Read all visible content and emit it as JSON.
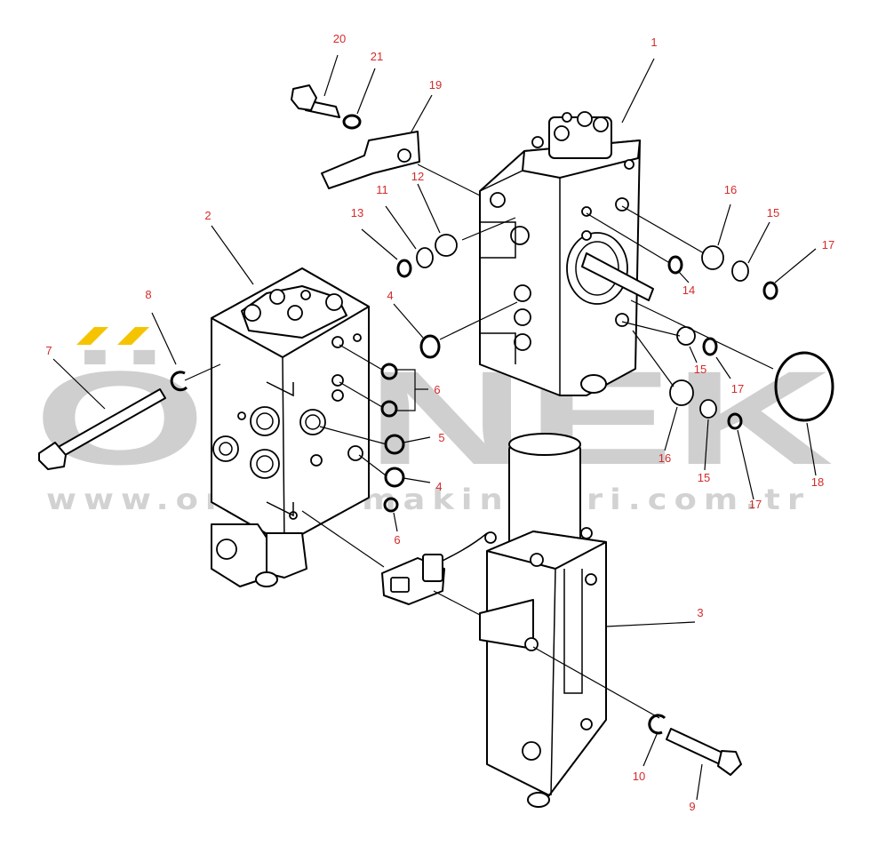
{
  "watermark": {
    "logo": "ÖRNEK",
    "url": "www.ornekismakinalari.com.tr"
  },
  "callouts": [
    {
      "id": "c1",
      "label": "1"
    },
    {
      "id": "c2",
      "label": "2"
    },
    {
      "id": "c3",
      "label": "3"
    },
    {
      "id": "c4a",
      "label": "4"
    },
    {
      "id": "c4b",
      "label": "4"
    },
    {
      "id": "c5",
      "label": "5"
    },
    {
      "id": "c6a",
      "label": "6"
    },
    {
      "id": "c6b",
      "label": "6"
    },
    {
      "id": "c7",
      "label": "7"
    },
    {
      "id": "c8",
      "label": "8"
    },
    {
      "id": "c9",
      "label": "9"
    },
    {
      "id": "c10",
      "label": "10"
    },
    {
      "id": "c11",
      "label": "11"
    },
    {
      "id": "c12",
      "label": "12"
    },
    {
      "id": "c13",
      "label": "13"
    },
    {
      "id": "c14",
      "label": "14"
    },
    {
      "id": "c15a",
      "label": "15"
    },
    {
      "id": "c15b",
      "label": "15"
    },
    {
      "id": "c15c",
      "label": "15"
    },
    {
      "id": "c16a",
      "label": "16"
    },
    {
      "id": "c16b",
      "label": "16"
    },
    {
      "id": "c17a",
      "label": "17"
    },
    {
      "id": "c17b",
      "label": "17"
    },
    {
      "id": "c17c",
      "label": "17"
    },
    {
      "id": "c18",
      "label": "18"
    },
    {
      "id": "c19",
      "label": "19"
    },
    {
      "id": "c20",
      "label": "20"
    },
    {
      "id": "c21",
      "label": "21"
    }
  ],
  "colors": {
    "callout": "#d42b2b",
    "watermark": "#cfcfcf",
    "line": "#000000"
  }
}
